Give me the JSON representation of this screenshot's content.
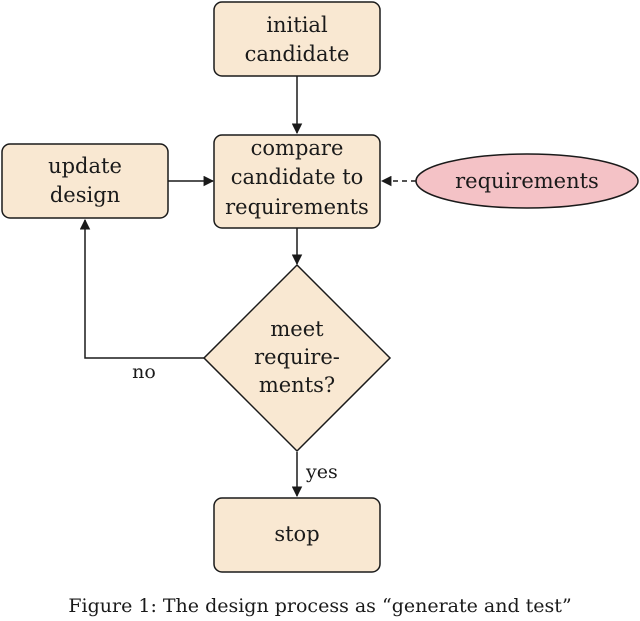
{
  "colors": {
    "box_fill": "#f9e8d2",
    "box_stroke": "#1a1a1a",
    "ellipse_fill": "#f4c2c6",
    "line": "#1a1a1a"
  },
  "nodes": {
    "initial_candidate": {
      "line1": "initial",
      "line2": "candidate"
    },
    "compare": {
      "line1": "compare",
      "line2": "candidate to",
      "line3": "requirements"
    },
    "update_design": {
      "line1": "update",
      "line2": "design"
    },
    "requirements": {
      "label": "requirements"
    },
    "decision": {
      "line1": "meet",
      "line2": "require-",
      "line3": "ments?"
    },
    "stop": {
      "label": "stop"
    }
  },
  "edges": {
    "no_label": "no",
    "yes_label": "yes"
  },
  "caption": "Figure 1: The design process as “generate and test”"
}
